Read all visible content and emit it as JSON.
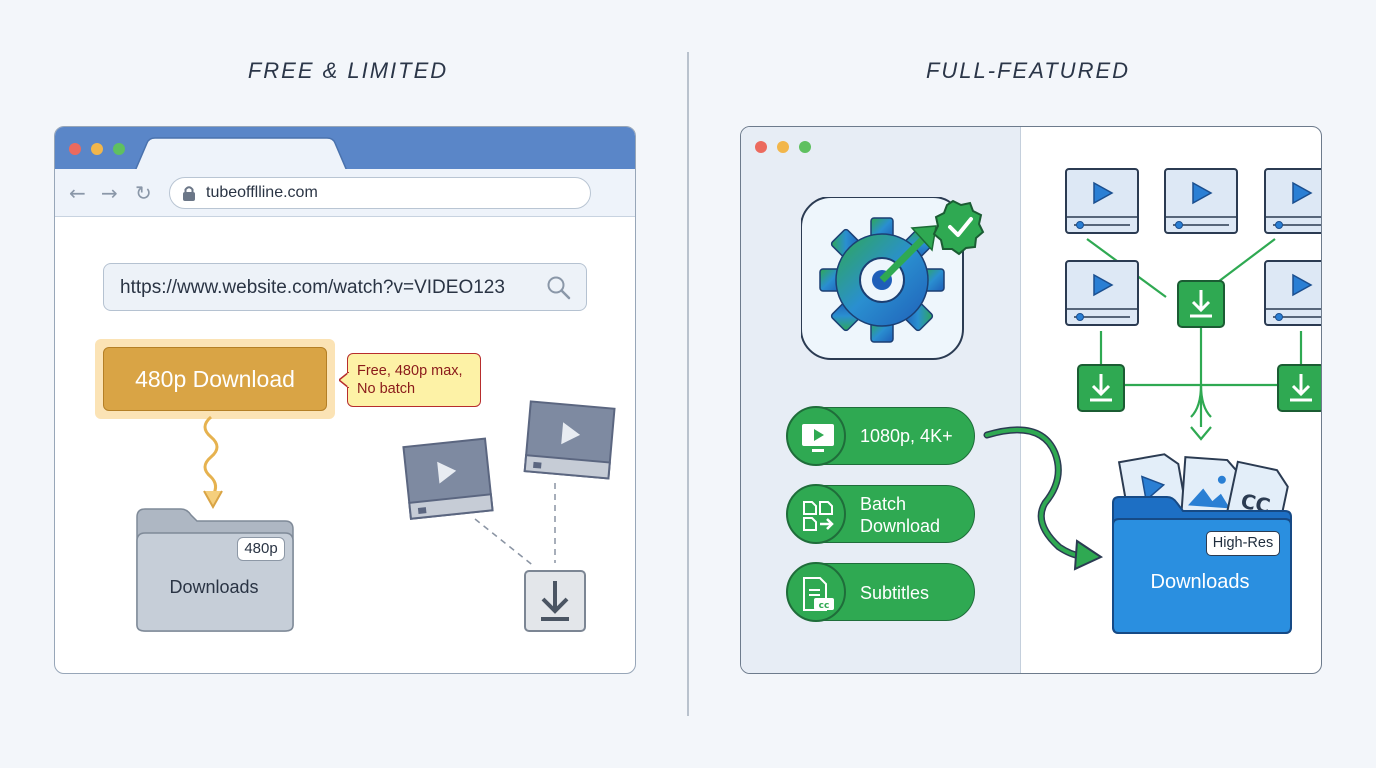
{
  "headings": {
    "left": "FREE & LIMITED",
    "right": "FULL-FEATURED"
  },
  "colors": {
    "free_accent": "#d9a445",
    "tooltip_border": "#b72d2d",
    "pro_accent": "#2fa952",
    "folder_blue": "#2a8fe0",
    "browser_titlebar": "#5a86c8"
  },
  "left_panel": {
    "address_url": "tubeofflline.com",
    "search_query": "https://www.website.com/watch?v=VIDEO123",
    "download_button": "480p Download",
    "tooltip_line1": "Free, 480p max,",
    "tooltip_line2": "No batch",
    "folder_badge": "480p",
    "folder_label": "Downloads",
    "icons": [
      "back-arrow-icon",
      "forward-arrow-icon",
      "reload-icon",
      "lock-icon",
      "search-icon",
      "pixelated-video-icon",
      "download-icon"
    ]
  },
  "right_panel": {
    "features": [
      {
        "label": "1080p, 4K+",
        "icon": "monitor-play-icon"
      },
      {
        "label_line1": "Batch",
        "label_line2": "Download",
        "icon": "batch-files-icon"
      },
      {
        "label": "Subtitles",
        "icon": "subtitle-file-icon"
      }
    ],
    "folder_badge": "High-Res",
    "folder_label": "Downloads",
    "file_cc_text": "CC",
    "icons": [
      "app-gear-icon",
      "verified-badge-icon",
      "video-player-icon",
      "download-icon",
      "image-file-icon",
      "cc-file-icon"
    ]
  }
}
